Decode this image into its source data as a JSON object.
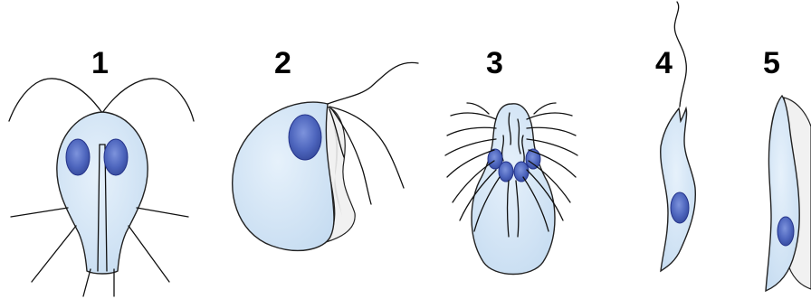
{
  "organisms": [
    {
      "label": "1",
      "icon": "flagellate-two-nuclei"
    },
    {
      "label": "2",
      "icon": "flagellate-undulating-membrane"
    },
    {
      "label": "3",
      "icon": "multiflagellate-four-nuclei"
    },
    {
      "label": "4",
      "icon": "slender-flagellate"
    },
    {
      "label": "5",
      "icon": "slender-flagellate-membrane"
    }
  ],
  "colors": {
    "cytoplasm": "#d3e6f6",
    "nucleus": "#5b72c4",
    "outline": "#222222",
    "membrane": "#f1f1f1"
  }
}
